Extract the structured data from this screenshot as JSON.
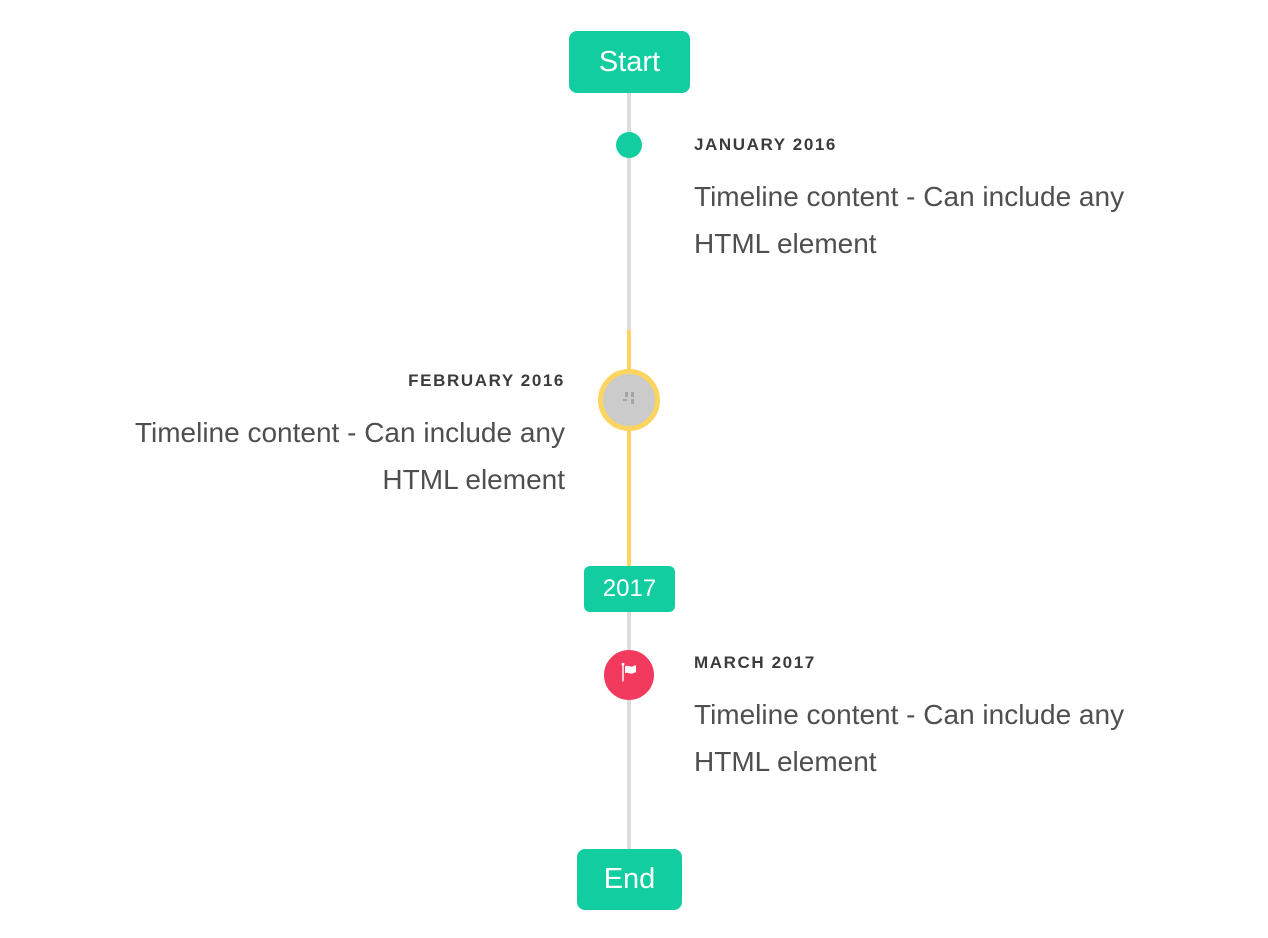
{
  "colors": {
    "accent_teal": "#11cda0",
    "highlight_yellow": "#fbd55f",
    "line_gray": "#dcdcdc",
    "marker_gray_fill": "#cbcbcb",
    "marker_red": "#f23a5f",
    "heading_text": "#3b3b3b",
    "body_text": "#4f4f4f",
    "badge_text": "#ffffff",
    "background": "#ffffff"
  },
  "timeline": {
    "start_badge_label": "Start",
    "year_badge_label": "2017",
    "end_badge_label": "End",
    "entries": [
      {
        "title": "JANUARY 2016",
        "content": "Timeline content - Can include any HTML element",
        "side": "right",
        "marker": "teal-dot"
      },
      {
        "title": "FEBRUARY 2016",
        "content": "Timeline content - Can include any HTML element",
        "side": "left",
        "marker": "gray-circle-yellow-ring-broken-image"
      },
      {
        "title": "MARCH 2017",
        "content": "Timeline content - Can include any HTML element",
        "side": "right",
        "marker": "red-flag-circle"
      }
    ]
  }
}
